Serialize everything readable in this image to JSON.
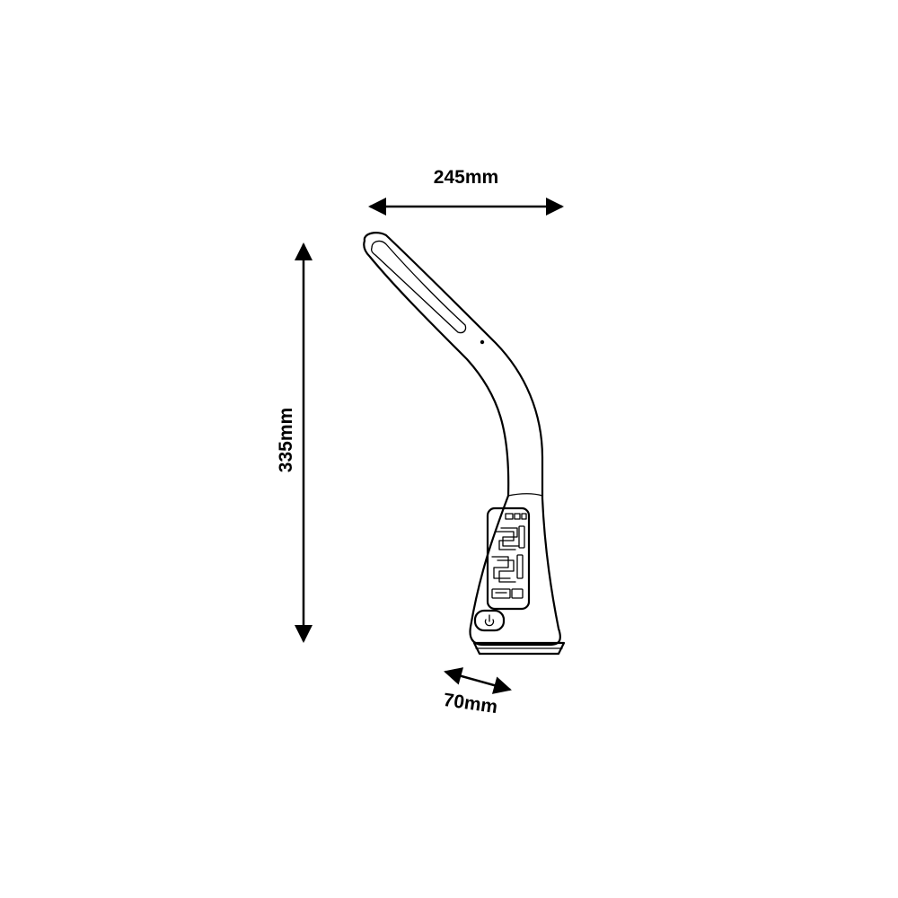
{
  "dimensions": {
    "width": "245mm",
    "height": "335mm",
    "depth": "70mm"
  },
  "colors": {
    "line": "#000000",
    "background": "#ffffff"
  },
  "icons": {
    "power_button": "power-icon"
  }
}
